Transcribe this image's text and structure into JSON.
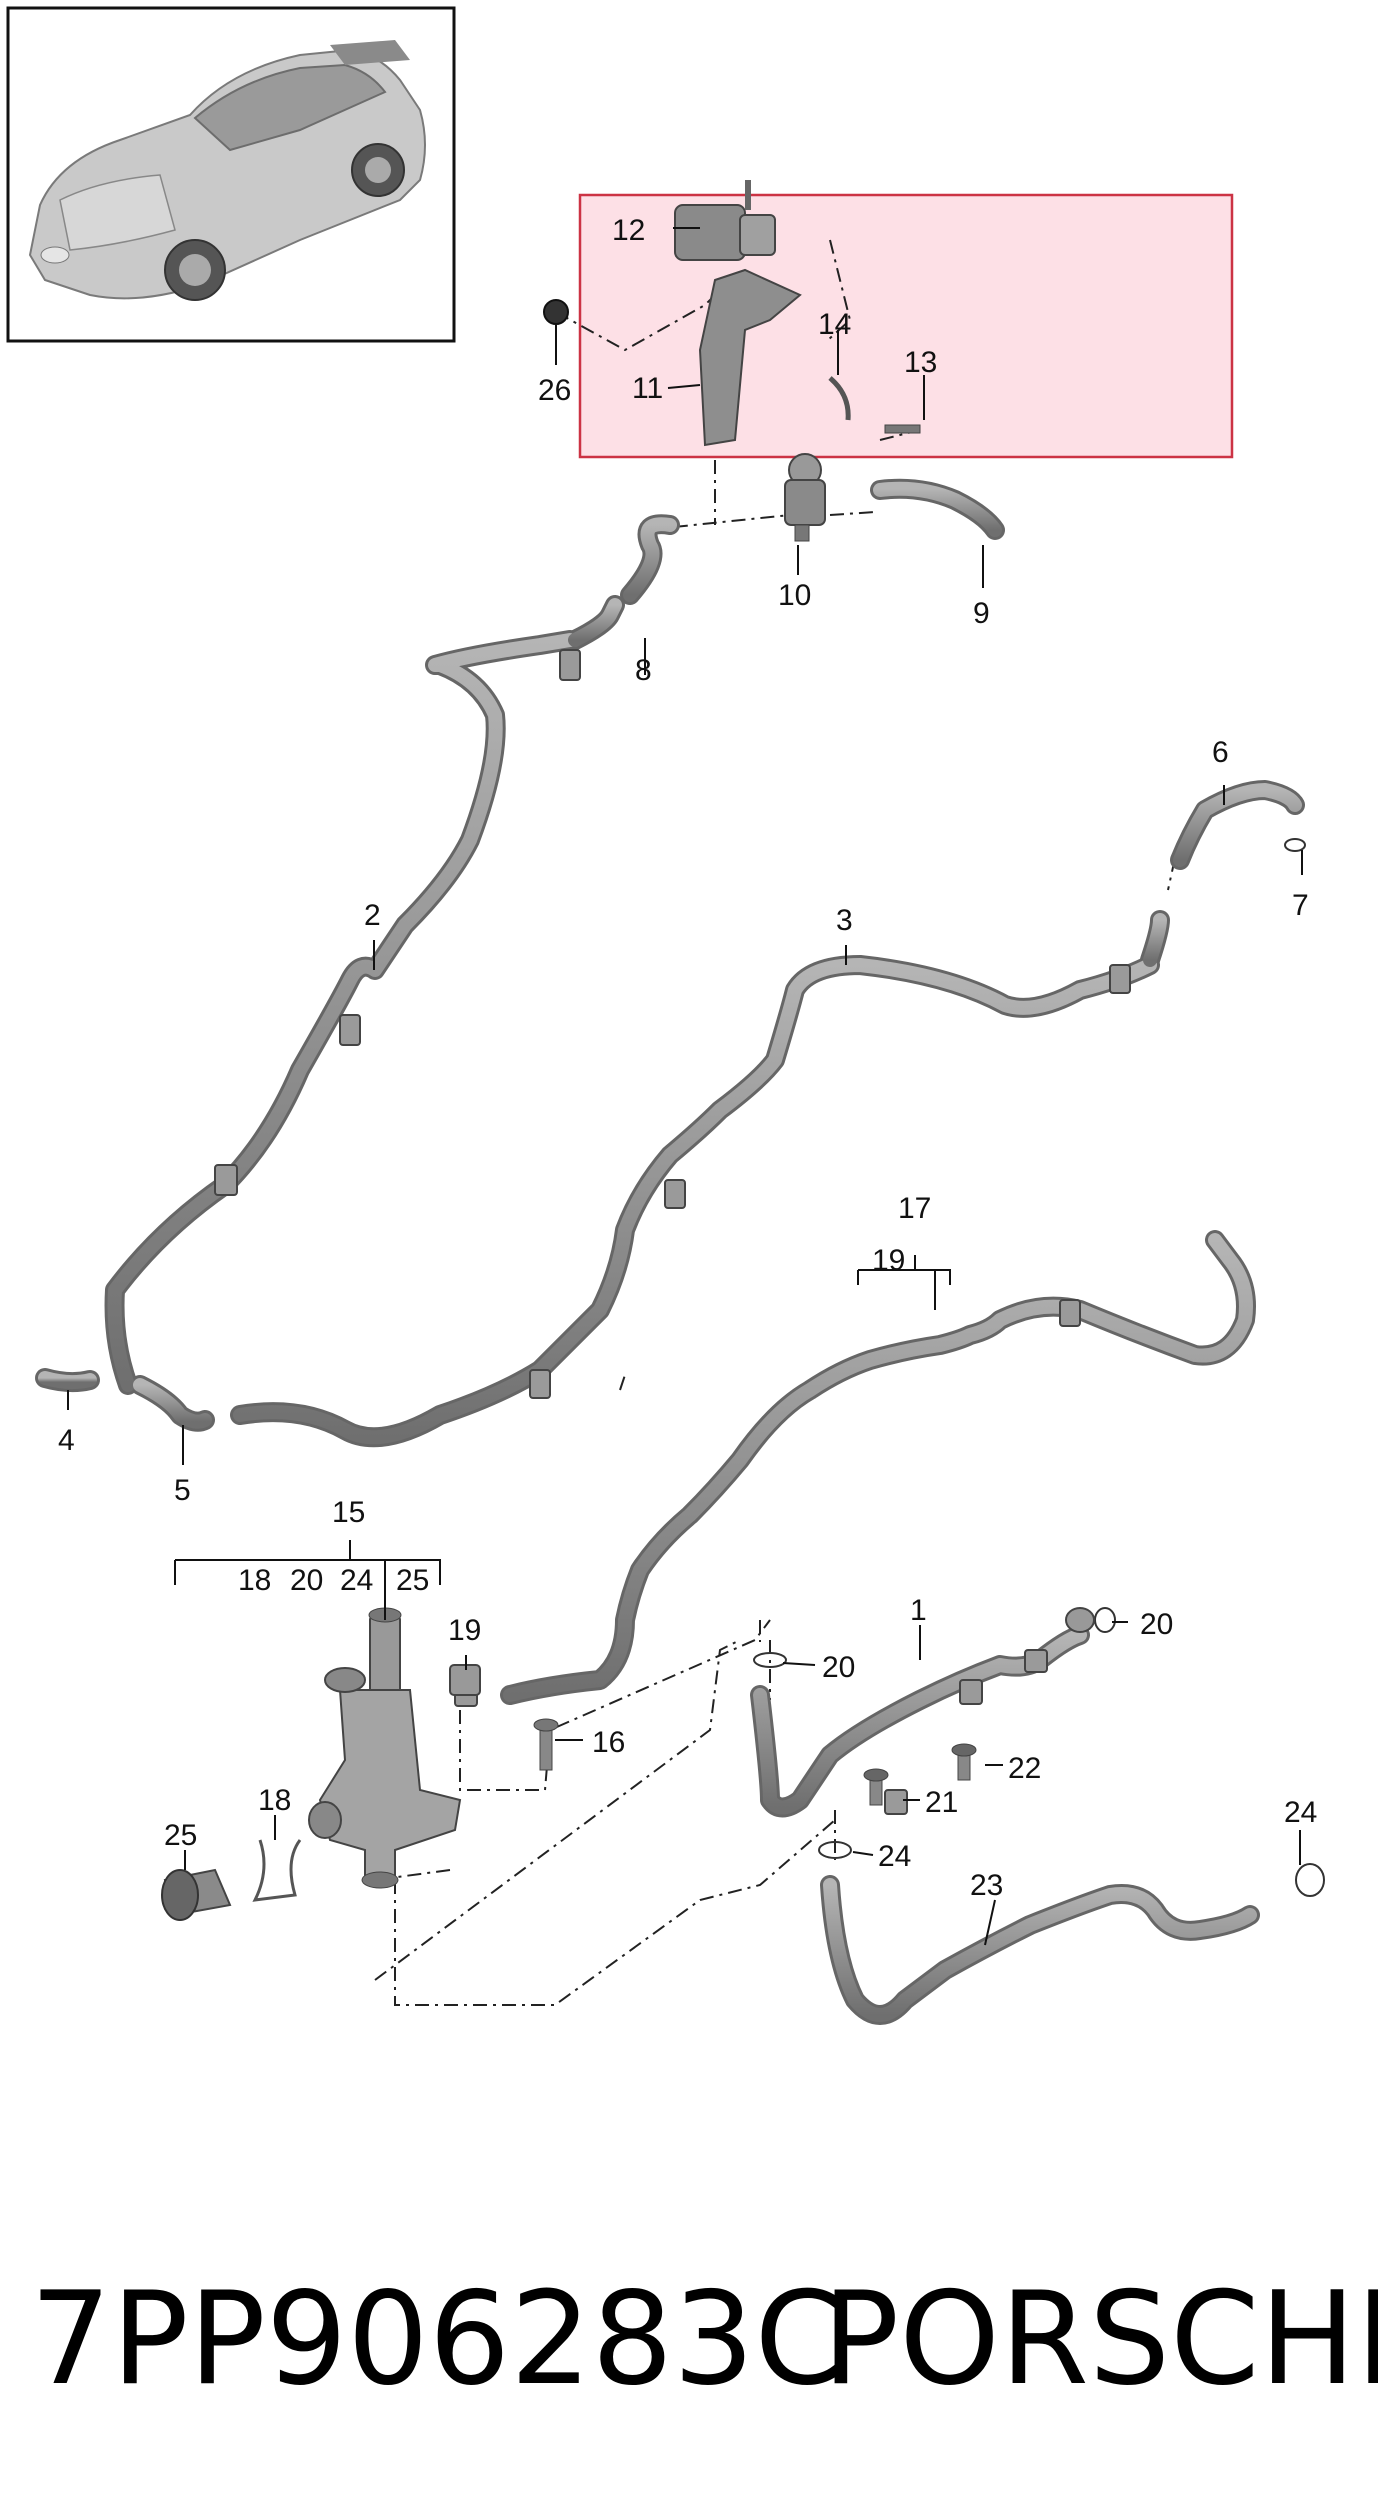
{
  "callouts": {
    "c1": "1",
    "c2": "2",
    "c3": "3",
    "c4": "4",
    "c5": "5",
    "c6": "6",
    "c7": "7",
    "c8": "8",
    "c9": "9",
    "c10": "10",
    "c11": "11",
    "c12": "12",
    "c13": "13",
    "c14": "14",
    "c15": "15",
    "c16": "16",
    "c17": "17",
    "c18a": "18",
    "c18b": "18",
    "c19a": "19",
    "c19b": "19",
    "c20a": "20",
    "c20b": "20",
    "c20c": "20",
    "c21": "21",
    "c22": "22",
    "c23": "23",
    "c24a": "24",
    "c24b": "24",
    "c24c": "24",
    "c25a": "25",
    "c25b": "25",
    "c26": "26"
  },
  "caption": {
    "part_number": "7PP906283C",
    "brand": "PORSCHE"
  },
  "colors": {
    "highlight_fill": "#fde0e6",
    "highlight_border": "#cc3344",
    "pipe": "#8c8c8c",
    "pipe_shade": "#5e5e5e"
  }
}
